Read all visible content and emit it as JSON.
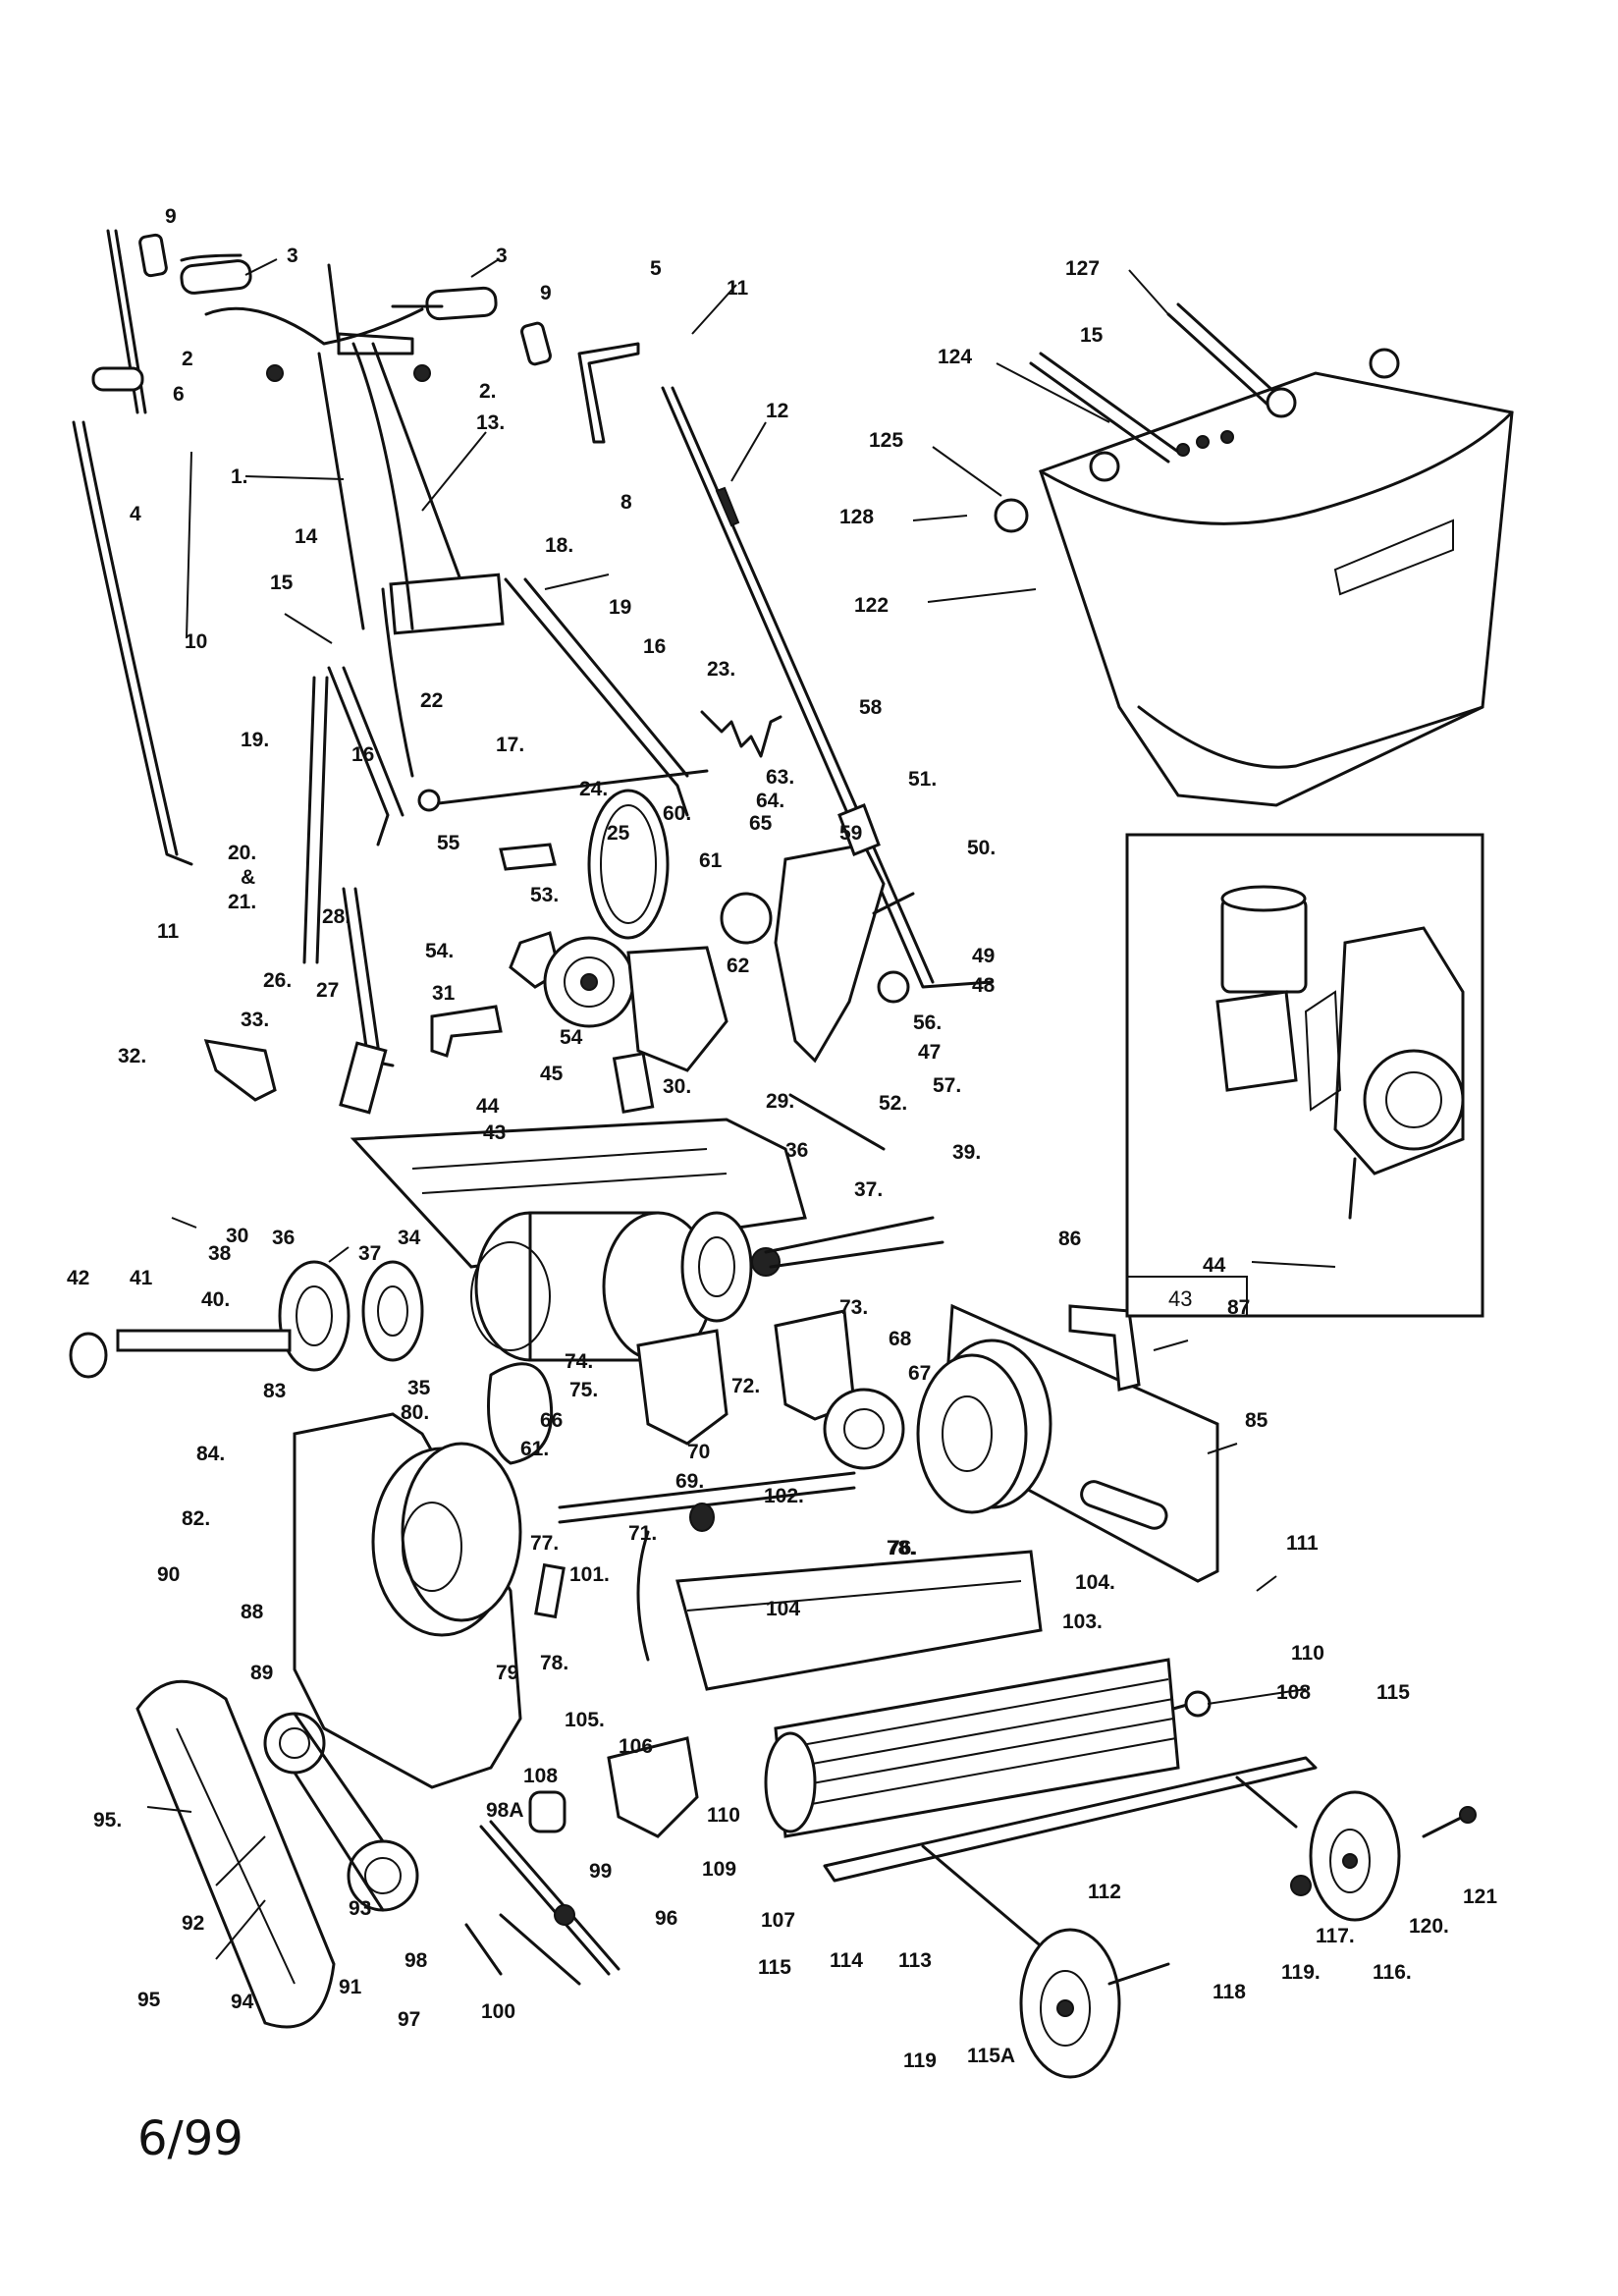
{
  "footer": {
    "date": "6/99"
  },
  "inset": {
    "caption": "43",
    "part_label": "44"
  },
  "labels": [
    "1.",
    "2",
    "2.",
    "3",
    "3",
    "4",
    "5",
    "6",
    "8",
    "9",
    "9",
    "10",
    "11",
    "11",
    "12",
    "13.",
    "14",
    "15",
    "15",
    "16",
    "16",
    "17.",
    "18.",
    "19",
    "19.",
    "20.",
    "&",
    "21.",
    "22",
    "23.",
    "24.",
    "25",
    "26.",
    "27",
    "28.",
    "29.",
    "30",
    "30.",
    "31",
    "32.",
    "33.",
    "34",
    "35",
    "36",
    "36",
    "37",
    "37.",
    "38",
    "39.",
    "40.",
    "41",
    "42",
    "43",
    "44",
    "45",
    "47",
    "48",
    "49",
    "50.",
    "51.",
    "52.",
    "53.",
    "54.",
    "54",
    "55",
    "56.",
    "57.",
    "58",
    "59",
    "60.",
    "61",
    "61.",
    "62",
    "63.",
    "64.",
    "65",
    "66",
    "67",
    "68",
    "69.",
    "70",
    "71.",
    "72.",
    "73.",
    "74.",
    "75.",
    "76.",
    "77.",
    "78.",
    "78.",
    "79",
    "80.",
    "82.",
    "83",
    "84.",
    "85",
    "86",
    "87",
    "88",
    "89",
    "90",
    "91",
    "92",
    "93",
    "94",
    "95",
    "95.",
    "96",
    "97",
    "98",
    "98A",
    "99",
    "100",
    "101.",
    "102.",
    "103.",
    "104.",
    "104",
    "105.",
    "106",
    "107",
    "108",
    "108",
    "109",
    "110",
    "110",
    "111",
    "112",
    "113",
    "114",
    "115",
    "115",
    "115A",
    "116.",
    "117.",
    "118",
    "119",
    "119.",
    "120.",
    "121",
    "122",
    "124",
    "125",
    "127",
    "128"
  ]
}
